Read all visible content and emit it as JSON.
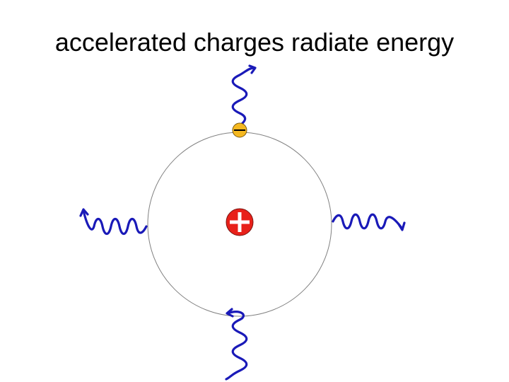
{
  "slide": {
    "title": "accelerated charges radiate energy"
  },
  "diagram": {
    "orbit": {
      "stroke": "#808080"
    },
    "nucleus": {
      "charge": "positive",
      "fill": "#e8211a",
      "mark_color": "#ffffff",
      "icon": "plus-icon"
    },
    "electron": {
      "charge": "negative",
      "fill": "#f5b820",
      "mark_color": "#000000",
      "icon": "minus-icon"
    },
    "radiation": {
      "color": "#1a1ab8",
      "waves": [
        "wave-top",
        "wave-left",
        "wave-right",
        "wave-bottom"
      ]
    }
  }
}
